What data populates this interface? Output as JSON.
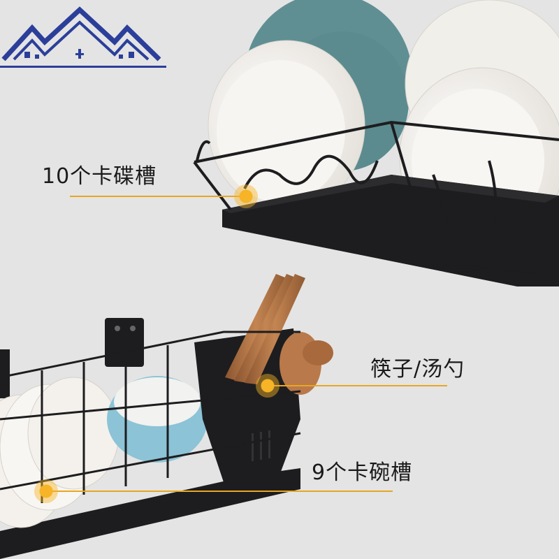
{
  "callouts": {
    "plate_slots": "10个卡碟槽",
    "chopsticks_spoon": "筷子/汤勺",
    "bowl_slots": "9个卡碗槽"
  },
  "colors": {
    "background": "#e4e4e4",
    "rack": "#1d1d1f",
    "plate": "#f4f1ec",
    "teal_plate": "#5f8f93",
    "bowl_blue": "#8cc3d6",
    "wood": "#b9794a",
    "accent": "#e8a623",
    "logo_blue": "#2b3f9a"
  },
  "icons": [
    "house-roof-logo",
    "callout-dot-icon"
  ]
}
